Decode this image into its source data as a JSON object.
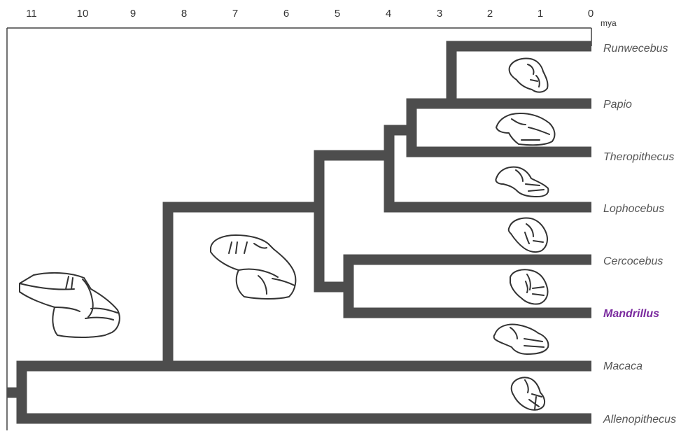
{
  "axis": {
    "ticks": [
      "11",
      "10",
      "9",
      "8",
      "7",
      "6",
      "5",
      "4",
      "3",
      "2",
      "1",
      "0"
    ],
    "unit": "mya"
  },
  "taxa": [
    {
      "name": "Runwecebus"
    },
    {
      "name": "Papio"
    },
    {
      "name": "Theropithecus"
    },
    {
      "name": "Lophocebus"
    },
    {
      "name": "Cercocebus"
    },
    {
      "name": "Mandrillus",
      "highlighted": true
    },
    {
      "name": "Macaca"
    },
    {
      "name": "Allenopithecus"
    }
  ],
  "colors": {
    "branch": "#4d4d4d",
    "highlight": "#7a2a9e",
    "taxon": "#555555",
    "frame": "#444444"
  },
  "icons": [
    "skull-icon"
  ]
}
